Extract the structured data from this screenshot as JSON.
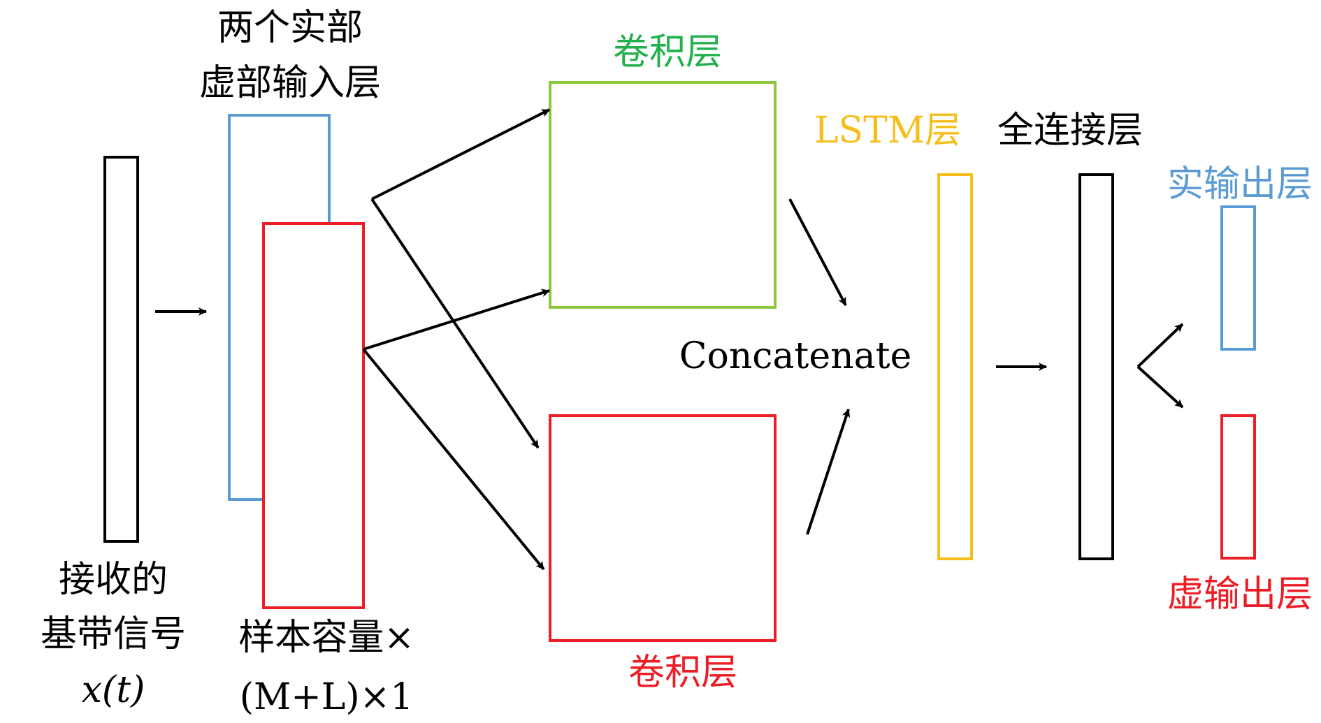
{
  "colors": {
    "black": "#000000",
    "blue": "#5B9BD5",
    "red": "#EE1C24",
    "green": "#8DC63F",
    "green_text": "#22B14C",
    "orange": "#F6BE1A"
  },
  "labels": {
    "input_title_line1": "两个实部",
    "input_title_line2": "虚部输入层",
    "received_line1": "接收的",
    "received_line2": "基带信号",
    "received_line3": "x(t)",
    "sample_line1": "样本容量×",
    "sample_line2": "(M+L)×1",
    "conv_top": "卷积层",
    "conv_bottom": "卷积层",
    "concatenate": "Concatenate",
    "lstm_label": "LSTM层",
    "fc_label": "全连接层",
    "real_output": "实输出层",
    "imag_output": "虚输出层"
  }
}
